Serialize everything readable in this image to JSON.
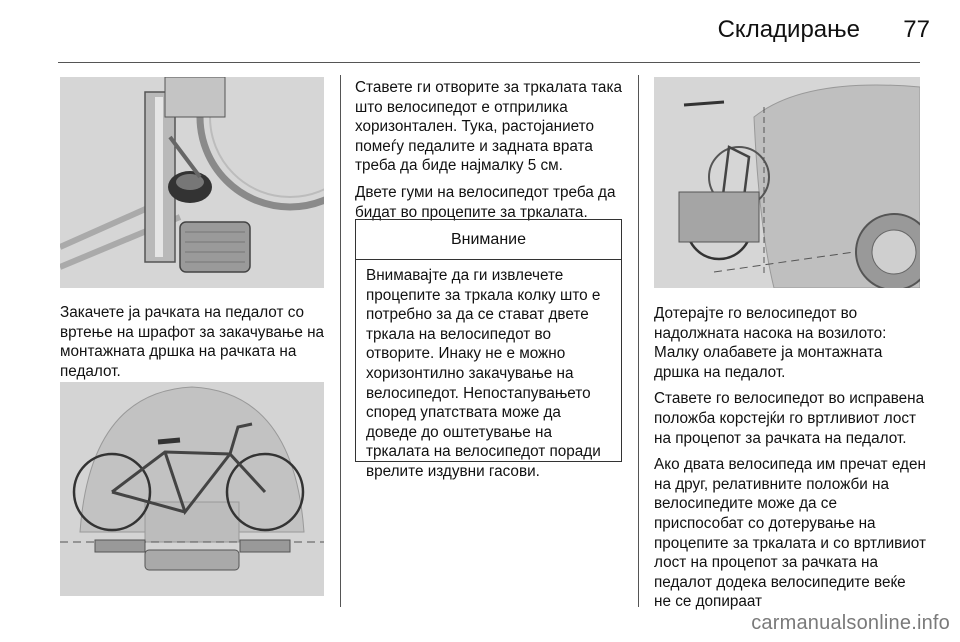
{
  "header": {
    "title": "Складирање",
    "page_number": "77"
  },
  "left_column": {
    "caption": "Закачете ја рачката на педалот со вртење на шрафот за закачување на монтажната дршка на рачката на педалот."
  },
  "middle_column": {
    "paragraphs": [
      "Ставете ги отворите за тркалата така што велосипедот е отприлика хоризонтален. Тука, растојанието помеѓу педалите и задната врата треба да биде најмалку 5 см.",
      "Двете гуми на велосипедот треба да бидат во процепите за тркалата."
    ],
    "note": {
      "heading": "Внимание",
      "body": "Внимавајте да ги извлечете процепите за тркала колку што е потребно за да се стават двете тркала на велосипедот во отворите. Инаку не е можно хоризонтилно закачување на велосипедот. Непостапувањето според упатствата може да доведе до оштетување на тркалата на велосипедот поради врелите издувни гасови."
    }
  },
  "right_column": {
    "paragraphs": [
      "Дотерајте го велосипедот во надолжната насока на возилото: Малку олабавете ја монтажната дршка на педалот.",
      "Ставете го велосипедот во исправена положба корстејќи го вртливиот лост на процепот за рачката на педалот.",
      "Ако двата велосипеда им пречат еден на друг, релативните положби на велосипедите може да се приспособат со дотерување на процепите за тркалата и со вртливиот лост на процепот за рачката на педалот додека велосипедите веќе не се допираат"
    ]
  },
  "watermark": "carmanualsonline.info"
}
